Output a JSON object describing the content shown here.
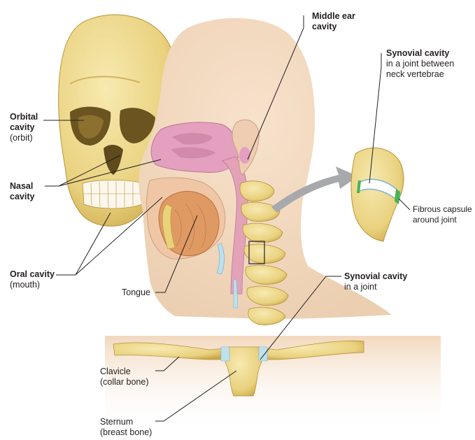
{
  "labels": {
    "orbital": {
      "title_1": "Orbital",
      "title_2": "cavity",
      "sub": "(orbit)"
    },
    "nasal": {
      "title_1": "Nasal",
      "title_2": "cavity"
    },
    "oral": {
      "title": "Oral cavity",
      "sub": "(mouth)"
    },
    "tongue": {
      "text": "Tongue"
    },
    "middle_ear": {
      "title_1": "Middle ear",
      "title_2": "cavity"
    },
    "synovial_neck": {
      "title": "Synovial cavity",
      "line_1": "in a joint between",
      "line_2": "neck vertebrae"
    },
    "fibrous": {
      "line_1": "Fibrous capsule",
      "line_2": "around joint"
    },
    "synovial_joint": {
      "title": "Synovial cavity",
      "line_1": "in a joint"
    },
    "clavicle": {
      "line_1": "Clavicle",
      "line_2": "(collar bone)"
    },
    "sternum": {
      "line_1": "Sternum",
      "line_2": "(breast bone)"
    }
  },
  "colors": {
    "skin": "#f4dcc3",
    "bone": "#efd98a",
    "bone_dark": "#c9a84a",
    "nasal_mucosa": "#e3a0bf",
    "tongue": "#df9a64",
    "cartilage": "#bfe0ee",
    "capsule": "#49b44e",
    "leader": "#231f20",
    "arrow": "#a7a9ac"
  }
}
